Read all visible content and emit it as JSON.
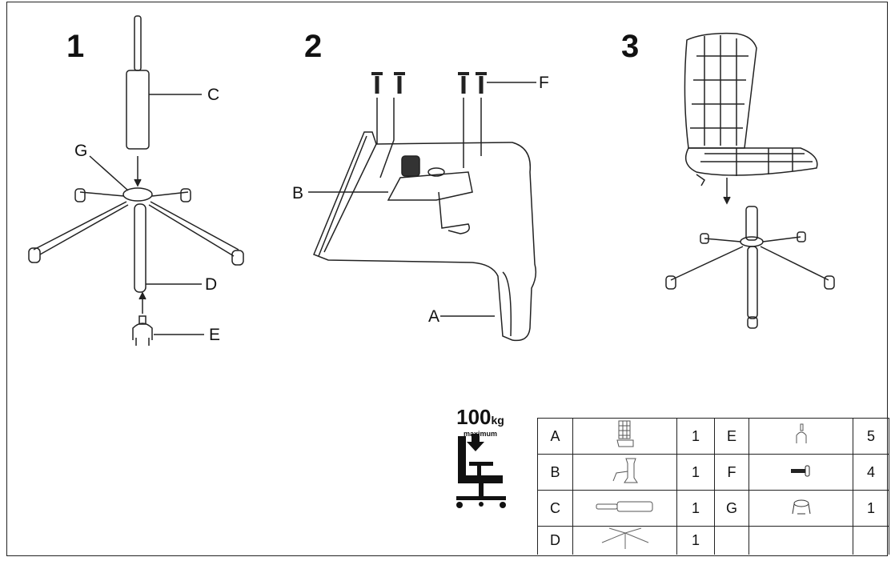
{
  "steps": [
    "1",
    "2",
    "3"
  ],
  "callouts": {
    "step1": [
      "C",
      "G",
      "D",
      "E"
    ],
    "step2": [
      "F",
      "B",
      "A"
    ]
  },
  "weight_limit": {
    "value": "100",
    "unit": "kg",
    "note": "maximum"
  },
  "parts_table": [
    {
      "left": {
        "letter": "A",
        "icon": "seat-backrest-icon",
        "qty": "1"
      },
      "right": {
        "letter": "E",
        "icon": "caster-wheel-icon",
        "qty": "5"
      }
    },
    {
      "left": {
        "letter": "B",
        "icon": "seat-mechanism-icon",
        "qty": "1"
      },
      "right": {
        "letter": "F",
        "icon": "bolt-icon",
        "qty": "4"
      }
    },
    {
      "left": {
        "letter": "C",
        "icon": "gas-lift-icon",
        "qty": "1"
      },
      "right": {
        "letter": "G",
        "icon": "base-cover-icon",
        "qty": "1"
      }
    },
    {
      "left": {
        "letter": "D",
        "icon": "star-base-icon",
        "qty": "1"
      },
      "right": {
        "letter": "",
        "icon": "",
        "qty": ""
      }
    }
  ]
}
